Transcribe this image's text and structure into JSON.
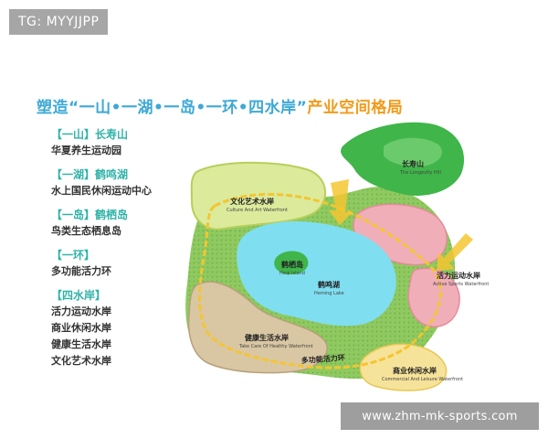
{
  "tag": "TG: MYYJJPP",
  "headline": {
    "part1": "塑造“一山•一湖•一岛•一环•四水岸”",
    "part2": "产业空间格局"
  },
  "legend": [
    {
      "heading": "【一山】长寿山",
      "items": [
        "华夏养生运动园"
      ]
    },
    {
      "heading": "【一湖】鹤鸣湖",
      "items": [
        "水上国民休闲运动中心"
      ]
    },
    {
      "heading": "【一岛】鹤栖岛",
      "items": [
        "鸟类生态栖息岛"
      ]
    },
    {
      "heading": "【一环】",
      "items": [
        "多功能活力环"
      ]
    },
    {
      "heading": "【四水岸】",
      "items": [
        "活力运动水岸",
        "商业休闲水岸",
        "健康生活水岸",
        "文化艺术水岸"
      ]
    }
  ],
  "map": {
    "mountain": {
      "cn": "长寿山",
      "en": "The Longevity Hill"
    },
    "culture": {
      "cn": "文化艺术水岸",
      "en": "Culture And Art Waterfront"
    },
    "island": {
      "cn": "鹤栖岛",
      "en": "Heqi Island"
    },
    "lake": {
      "cn": "鹤鸣湖",
      "en": "Heming Lake"
    },
    "sports": {
      "cn": "活力运动水岸",
      "en": "Active Sports Waterfront"
    },
    "health": {
      "cn": "健康生活水岸",
      "en": "Take Care Of Healthy Waterfront"
    },
    "ring": {
      "cn": "多功能活力环"
    },
    "commercial": {
      "cn": "商业休闲水岸",
      "en": "Commercial And Leisure Waterfront"
    }
  },
  "watermark": "www.zhm-mk-sports.com",
  "colors": {
    "lake": "#7fdff0",
    "greenbelt": "#8fc95f",
    "mountain": "#3fb54a",
    "culture_zone": "#dcea9c",
    "sports_zone": "#f0aeb8",
    "health_zone": "#d9c7a3",
    "commercial_zone": "#f6e39a",
    "ring": "#f4c531"
  }
}
